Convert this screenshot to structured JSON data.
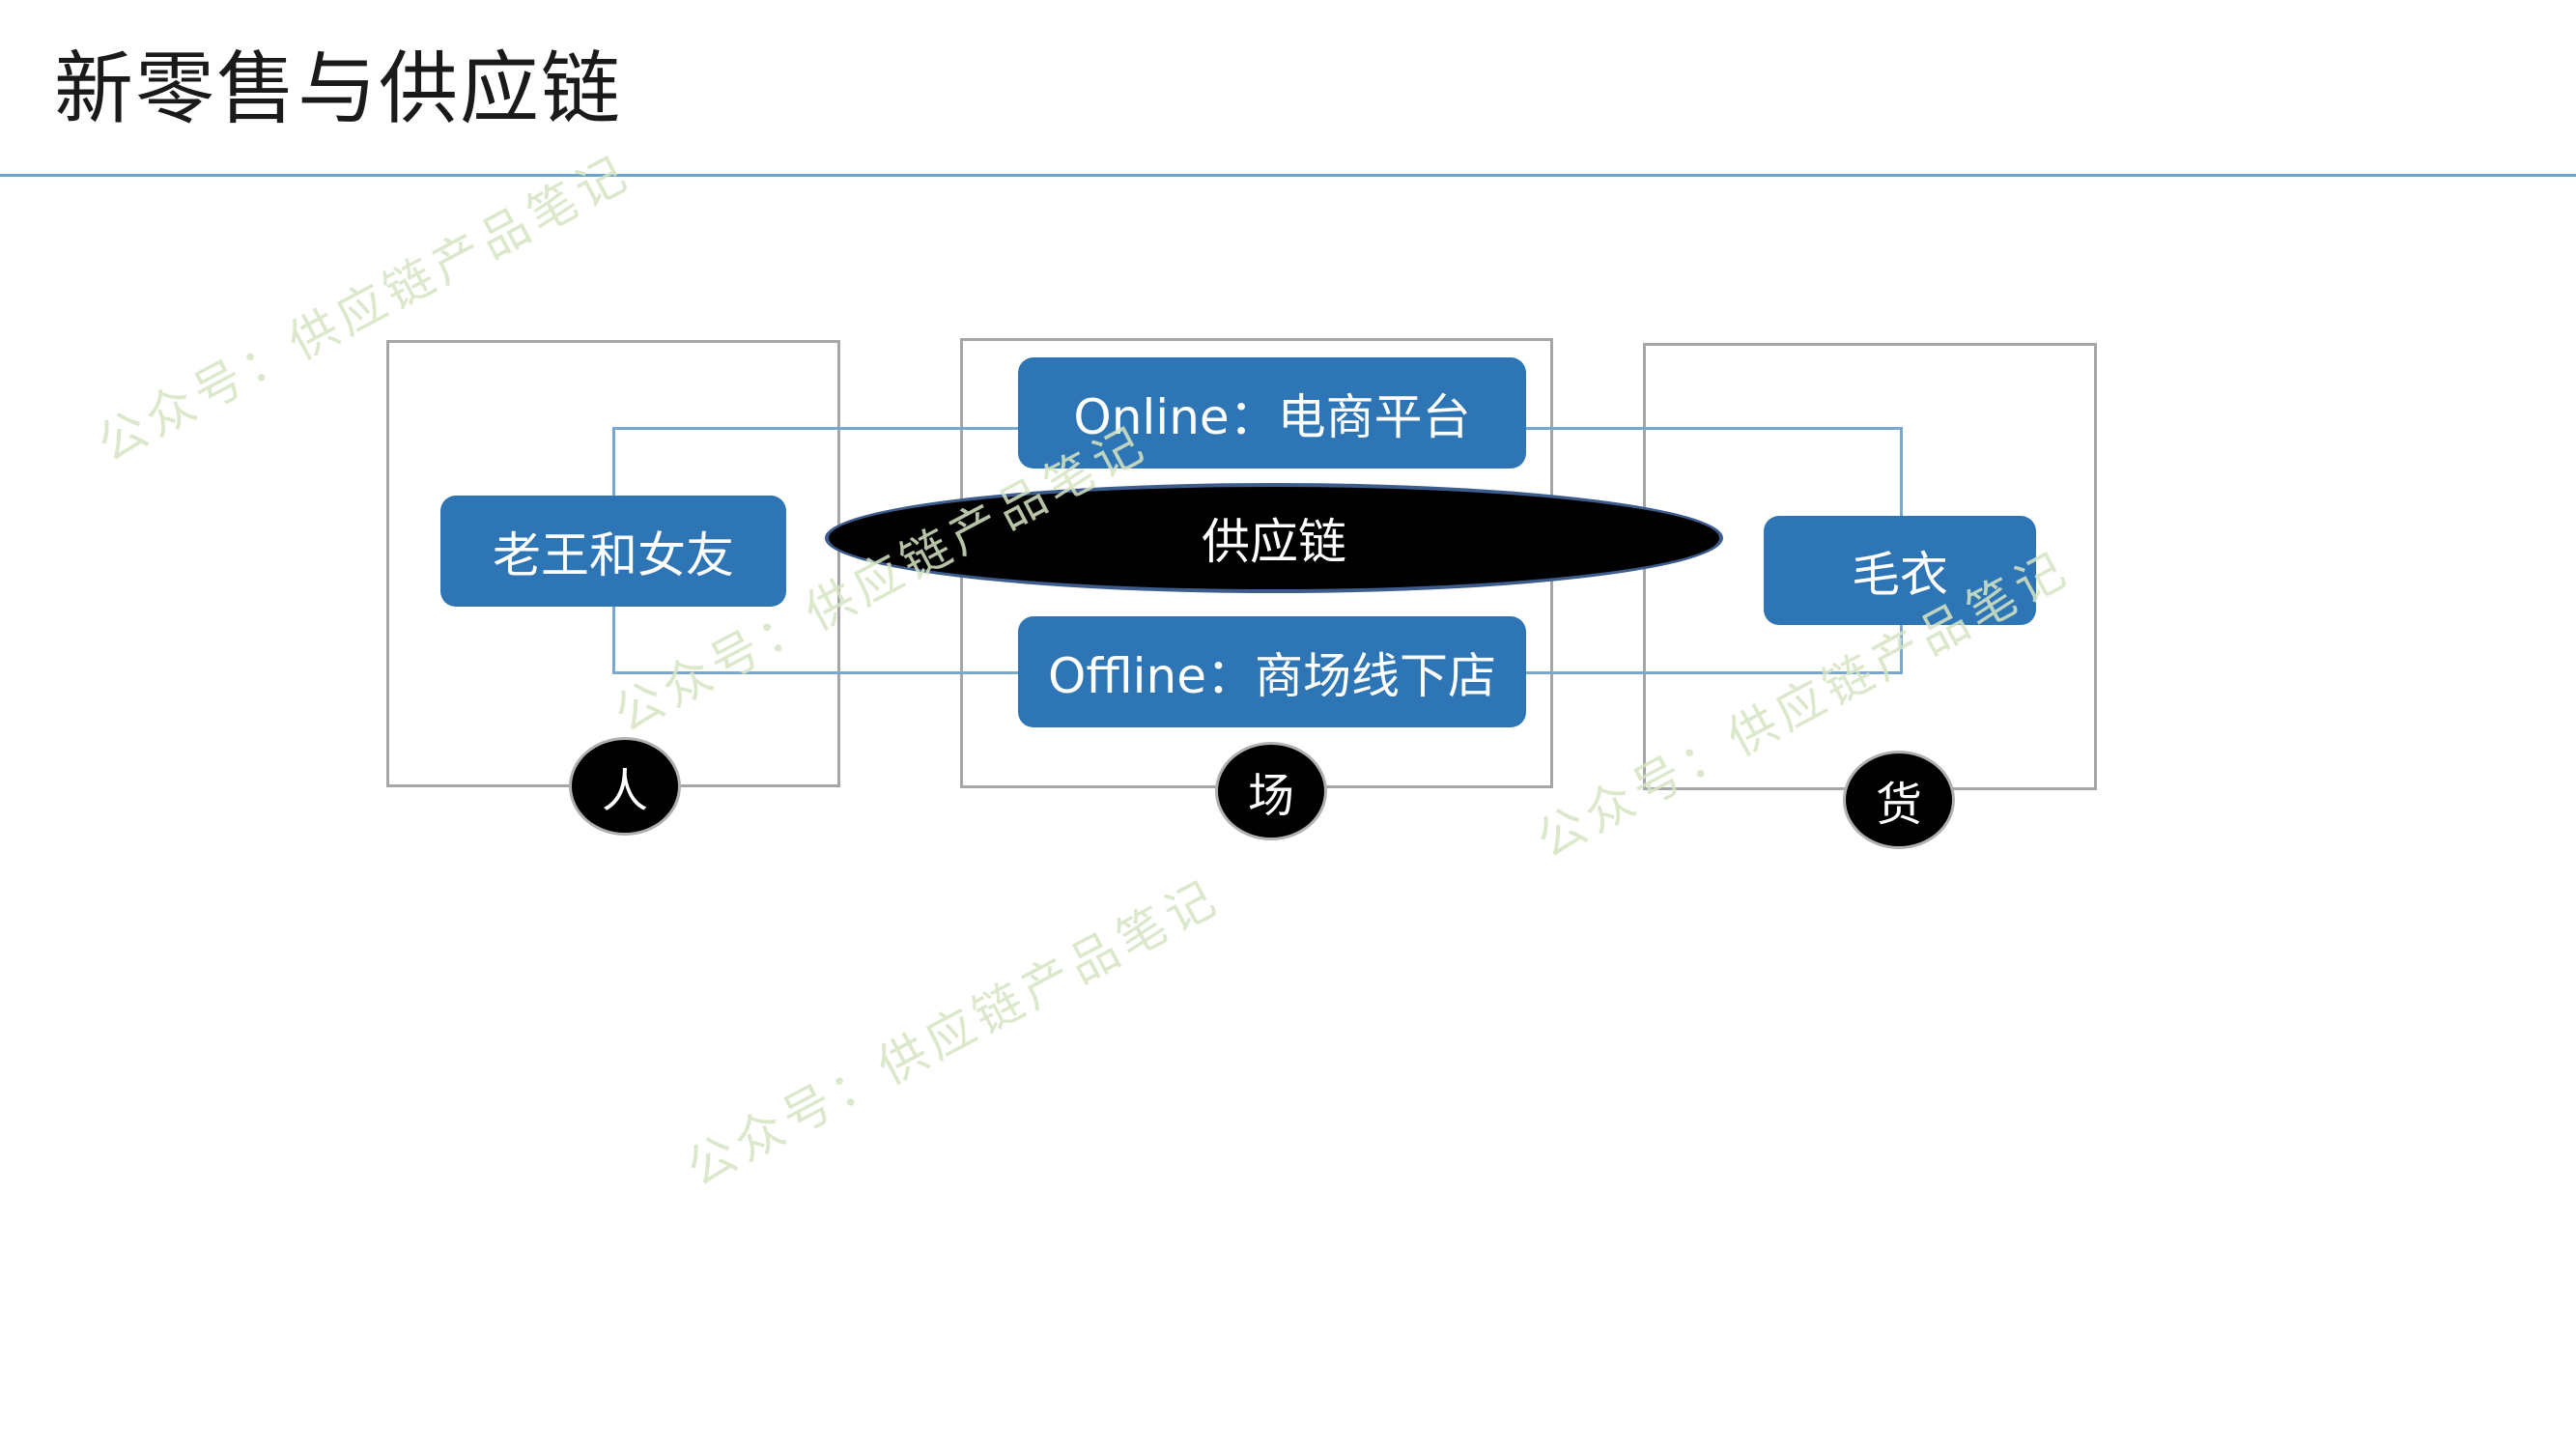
{
  "title": "新零售与供应链",
  "diagram": {
    "person_box": "老王和女友",
    "online_box": "Online：电商平台",
    "offline_box": "Offline：商场线下店",
    "supply_chain_oval": "供应链",
    "goods_box": "毛衣",
    "person_badge": "人",
    "place_badge": "场",
    "goods_badge": "货"
  },
  "watermark_text": "公众号：供应链产品笔记",
  "colors": {
    "box_blue": "#2e75b6",
    "connector_blue": "#7aa7d2",
    "frame_gray": "#a6a6a6",
    "rule_blue": "#6ea3c8",
    "watermark_green": "#d6e5c4"
  }
}
